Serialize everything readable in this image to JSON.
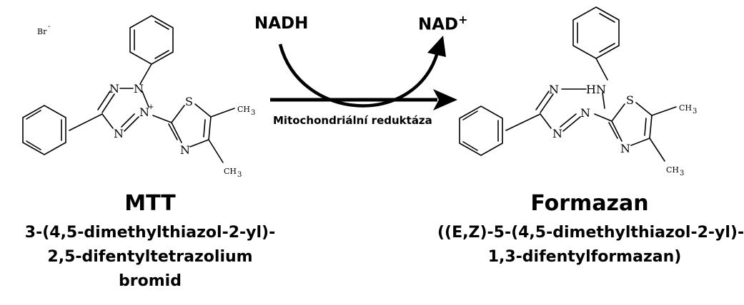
{
  "reaction": {
    "cofactor_in": "NADH",
    "cofactor_out": "NAD",
    "cofactor_out_charge": "+",
    "enzyme": "Mitochondriální reduktáza"
  },
  "mtt": {
    "counterion": "Br",
    "counterion_charge": "-",
    "name": "MTT",
    "iupac_line1": "3-(4,5-dimethylthiazol-2-yl)-",
    "iupac_line2": "2,5-difentyltetrazolium",
    "iupac_line3": "bromid",
    "atoms": {
      "n": "N",
      "s": "S",
      "ch3": "CH",
      "three": "3",
      "plus": "+"
    }
  },
  "formazan": {
    "name": "Formazan",
    "iupac_line1": "((E,Z)-5-(4,5-dimethylthiazol-2-yl)-",
    "iupac_line2": "1,3-difentylformazan)",
    "atoms": {
      "n": "N",
      "hn": "HN",
      "s": "S",
      "ch3": "CH",
      "three": "3"
    }
  }
}
